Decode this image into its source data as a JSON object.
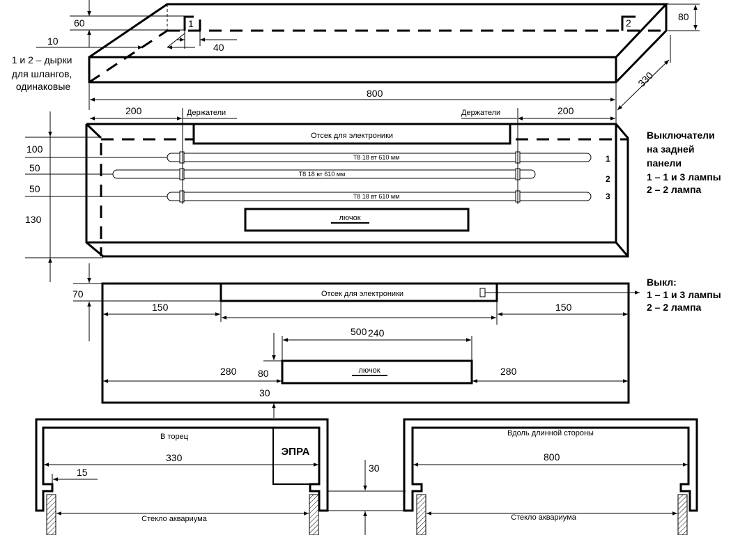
{
  "top_view": {
    "dim_height_hole": "60",
    "dim_offset": "10",
    "dim_hole_gap": "40",
    "hole_1": "1",
    "hole_2": "2",
    "dim_height": "80",
    "dim_depth": "330",
    "dim_length": "800",
    "holes_note": [
      "1 и 2 – дырки",
      "для шлангов,",
      "одинаковые"
    ]
  },
  "front_view": {
    "dim_left": "200",
    "dim_right": "200",
    "holders_left": "Держатели",
    "holders_right": "Держатели",
    "electronics": "Отсек для электроники",
    "lamps": [
      "T8 18 вт 610 мм",
      "T8 18 вт 610 мм",
      "T8 18 вт 610 мм"
    ],
    "lamp_numbers": [
      "1",
      "2",
      "3"
    ],
    "hatch": "лючок",
    "dims_vertical": [
      "100",
      "50",
      "50",
      "130"
    ],
    "switch_note": [
      "Выключатели",
      "на задней",
      "панели",
      "1 – 1 и 3 лампы",
      "2 – 2 лампа"
    ]
  },
  "bottom_view": {
    "dim_height": "70",
    "electronics": "Отсек для электроники",
    "dim_left": "150",
    "dim_center": "500",
    "dim_right": "150",
    "dim_hatch_width": "240",
    "hatch": "лючок",
    "dim_side_left": "280",
    "dim_side_right": "280",
    "dim_hatch_height": "80",
    "dim_hatch_offset": "30",
    "switch_note": [
      "Выкл:",
      "1 – 1 и 3 лампы",
      "2 – 2 лампа"
    ]
  },
  "section_end": {
    "title": "В торец",
    "ballast": "ЭПРА",
    "dim_width": "330",
    "dim_lip": "15",
    "glass": "Стекло аквариума"
  },
  "gap": {
    "dim": "30"
  },
  "section_long": {
    "title": "Вдоль длинной стороны",
    "dim_width": "800",
    "glass": "Стекло аквариума"
  }
}
